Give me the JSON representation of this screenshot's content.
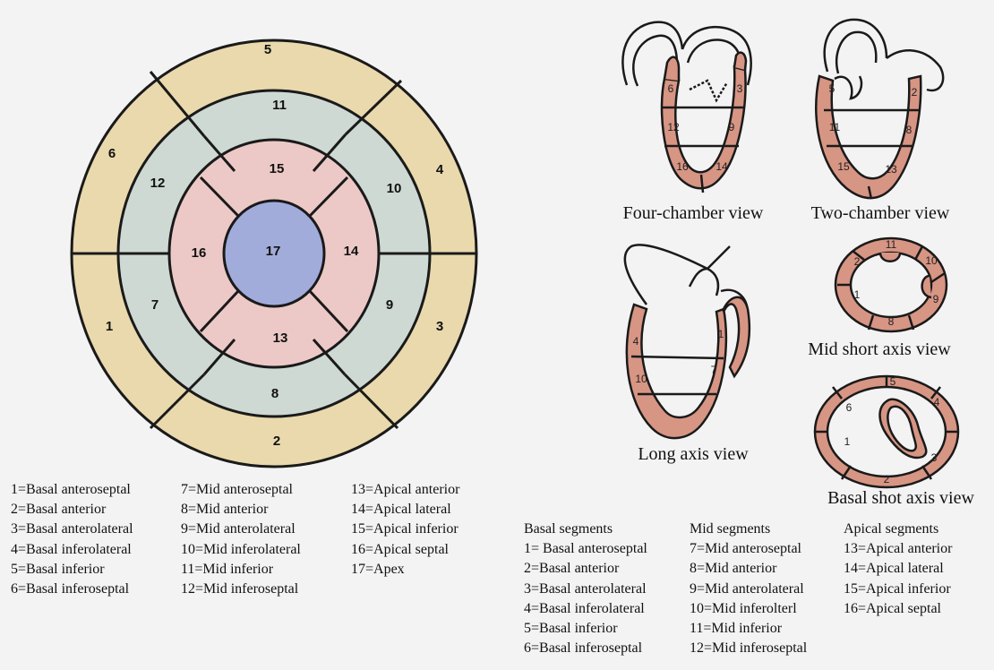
{
  "colors": {
    "outer_ring": "#e9d9ac",
    "mid_ring": "#cfd9d4",
    "apical_ring": "#ecc9c7",
    "apex": "#a2acdb",
    "myocardium": "#d79584",
    "outline": "#1a1a1a"
  },
  "bullseye": {
    "basal": [
      "1",
      "2",
      "3",
      "4",
      "5",
      "6"
    ],
    "mid": [
      "7",
      "8",
      "9",
      "10",
      "11",
      "12"
    ],
    "apical": [
      "13",
      "14",
      "15",
      "16"
    ],
    "apex": "17"
  },
  "views": {
    "four_chamber": {
      "title": "Four-chamber view",
      "labels": [
        "6",
        "3",
        "12",
        "9",
        "16",
        "14"
      ]
    },
    "two_chamber": {
      "title": "Two-chamber view",
      "labels": [
        "5",
        "2",
        "11",
        "8",
        "15",
        "13"
      ]
    },
    "long_axis": {
      "title": "Long axis view",
      "labels": [
        "4",
        "1",
        "10",
        "7"
      ]
    },
    "mid_short_axis": {
      "title": "Mid short axis view",
      "labels": [
        "11",
        "10",
        "2",
        "1",
        "9",
        "8"
      ]
    },
    "basal_short_axis": {
      "title": "Basal shot axis view",
      "labels": [
        "5",
        "6",
        "4",
        "1",
        "3",
        "2"
      ]
    }
  },
  "legend_left": {
    "col1": [
      "1=Basal anteroseptal",
      "2=Basal anterior",
      "3=Basal anterolateral",
      "4=Basal inferolateral",
      "5=Basal inferior",
      "6=Basal inferoseptal"
    ],
    "col2": [
      "7=Mid anteroseptal",
      "8=Mid anterior",
      "9=Mid anterolateral",
      "10=Mid inferolateral",
      "11=Mid inferior",
      "12=Mid inferoseptal"
    ],
    "col3": [
      "13=Apical anterior",
      "14=Apical lateral",
      "15=Apical inferior",
      "16=Apical septal",
      "17=Apex"
    ]
  },
  "legend_right": {
    "basal": {
      "header": "Basal segments",
      "items": [
        "1= Basal anteroseptal",
        "2=Basal anterior",
        "3=Basal anterolateral",
        "4=Basal inferolateral",
        "5=Basal inferior",
        "6=Basal inferoseptal"
      ]
    },
    "mid": {
      "header": "Mid segments",
      "items": [
        "7=Mid anteroseptal",
        "8=Mid anterior",
        "9=Mid anterolateral",
        "10=Mid inferolterl",
        "11=Mid inferior",
        "12=Mid inferoseptal"
      ]
    },
    "apical": {
      "header": "Apical segments",
      "items": [
        "13=Apical anterior",
        "14=Apical lateral",
        "15=Apical inferior",
        "16=Apical septal"
      ]
    }
  }
}
